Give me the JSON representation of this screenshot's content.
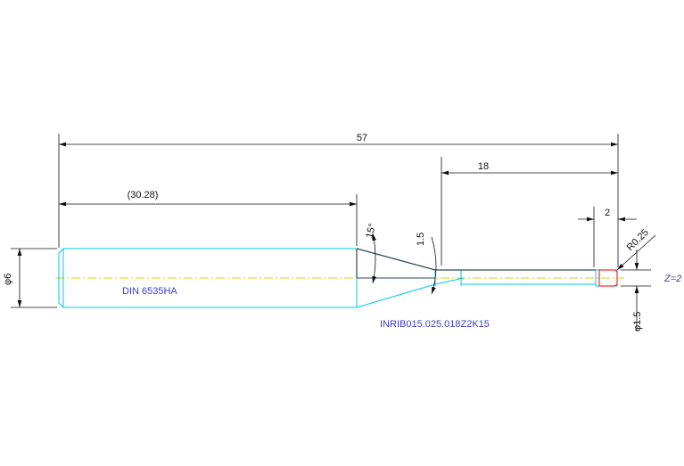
{
  "dimensions": {
    "overall_length": "57",
    "flute_length": "18",
    "shank_length": "(30.28)",
    "tip_length": "2",
    "taper_angle": "15°",
    "neck_length": "1.5",
    "shank_diameter": "φ6",
    "tip_diameter": "φ1.5",
    "corner_radius": "R0.25"
  },
  "labels": {
    "shank_standard": "DIN 6535HA",
    "tool_code": "INRIB015.025.018Z2K15",
    "flutes": "Z=2"
  },
  "colors": {
    "outline": "#00c8e6",
    "dimension": "#111111",
    "centerline": "#d6d600",
    "note": "#3d3dcc",
    "radius_mark": "#ff2a2a",
    "neck_dark": "#2a4a55"
  }
}
